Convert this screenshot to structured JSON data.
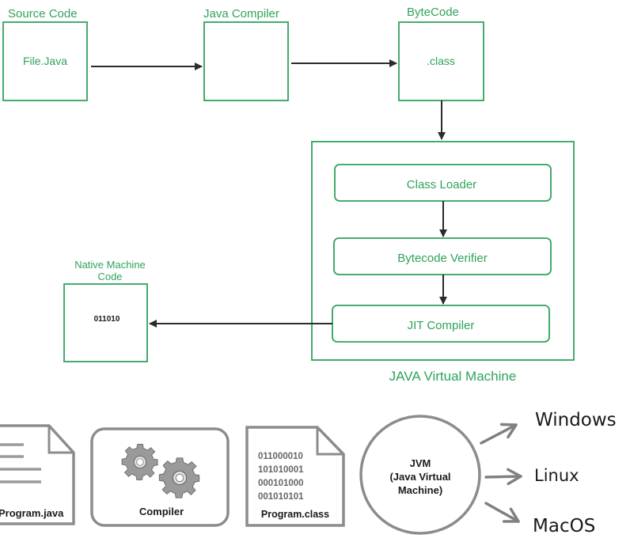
{
  "top_diagram": {
    "source_code": {
      "title": "Source Code",
      "content": "File.Java"
    },
    "java_compiler": {
      "title": "Java Compiler"
    },
    "bytecode": {
      "title": "ByteCode",
      "content": ".class"
    },
    "jvm": {
      "stages": [
        "Class Loader",
        "Bytecode Verifier",
        "JIT Compiler"
      ],
      "caption": "JAVA Virtual Machine"
    },
    "native": {
      "title_line1": "Native Machine",
      "title_line2": "Code",
      "content": "011010"
    },
    "accent_color": "#2fa35b"
  },
  "bottom_diagram": {
    "program_java": {
      "label": "Program.java"
    },
    "compiler": {
      "label": "Compiler"
    },
    "program_class": {
      "binary_lines": [
        "011000010",
        "101010001",
        "000101000",
        "001010101"
      ],
      "label": "Program.class"
    },
    "jvm": {
      "line1": "JVM",
      "line2": "(Java Virtual",
      "line3": "Machine)"
    },
    "platforms": [
      "Windows",
      "Linux",
      "MacOS"
    ]
  }
}
